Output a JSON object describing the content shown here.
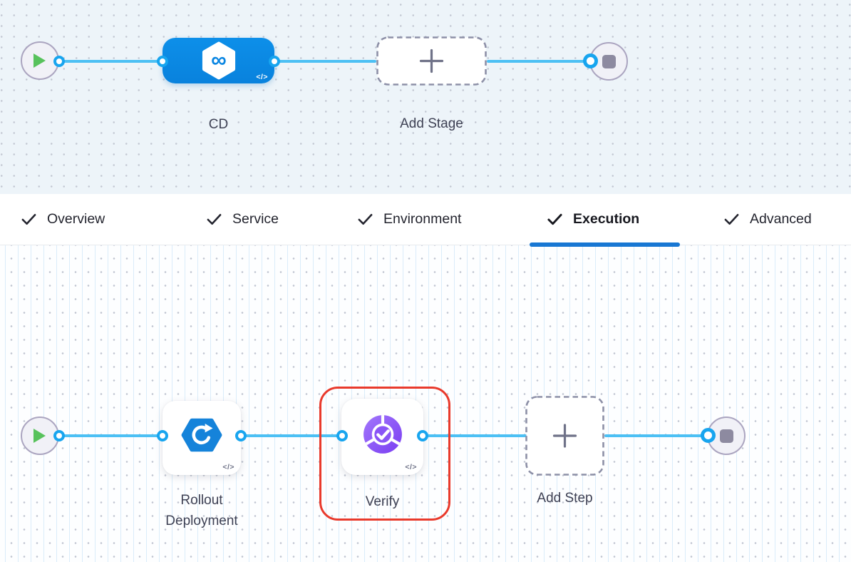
{
  "colors": {
    "accent_blue": "#1877d3",
    "connector_line_blue": "#4cc0f4",
    "connector_ring_blue": "#18a5ef",
    "stage_node_blue": "#0a86e2",
    "rollout_icon_blue": "#1583da",
    "verify_icon_purple": "#8a55f6",
    "highlight_red": "#e93a2c",
    "play_green": "#58c25c",
    "canvas_top_bg": "#edf4f9",
    "canvas_bottom_bg": "#fdfeff"
  },
  "stage_pipeline": {
    "stage": {
      "label": "CD",
      "code_icon": "</>",
      "infinity_glyph": "∞"
    },
    "add_stage": {
      "label": "Add Stage"
    }
  },
  "tabs": {
    "items": [
      {
        "label": "Overview",
        "checked": true,
        "active": false
      },
      {
        "label": "Service",
        "checked": true,
        "active": false
      },
      {
        "label": "Environment",
        "checked": true,
        "active": false
      },
      {
        "label": "Execution",
        "checked": true,
        "active": true
      },
      {
        "label": "Advanced",
        "checked": true,
        "active": false
      }
    ]
  },
  "execution_pipeline": {
    "steps": [
      {
        "label": "Rollout Deployment",
        "code_icon": "</>",
        "highlighted": false
      },
      {
        "label": "Verify",
        "code_icon": "</>",
        "highlighted": true
      }
    ],
    "add_step": {
      "label": "Add Step"
    }
  }
}
